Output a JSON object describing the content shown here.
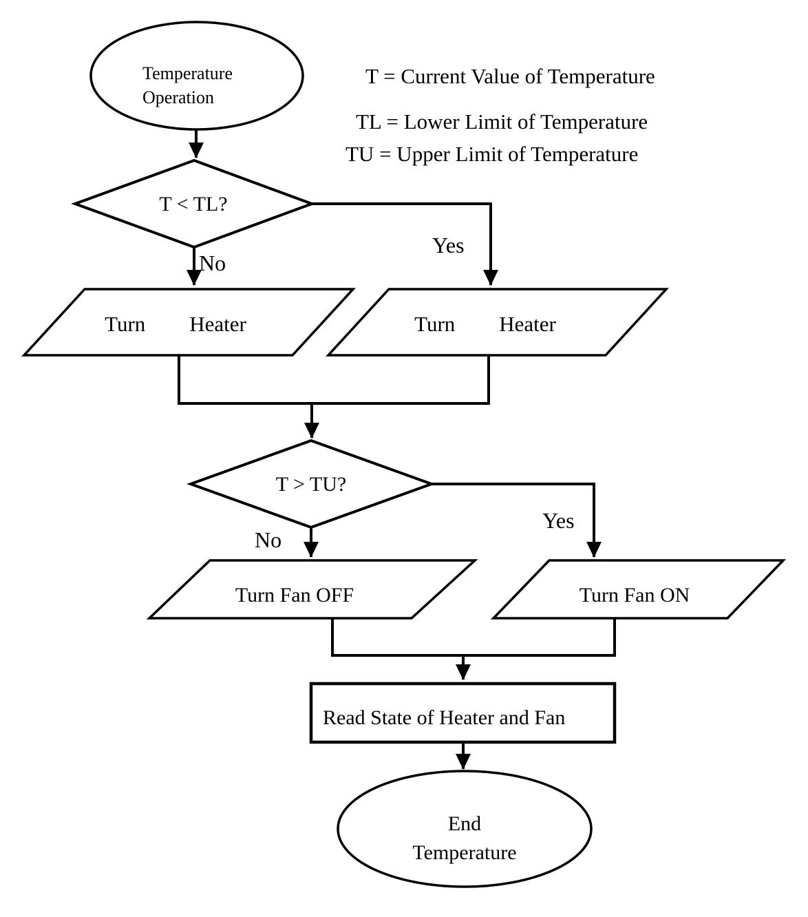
{
  "diagram": {
    "title_hint": "Temperature operation flowchart",
    "colors": {
      "stroke": "#000000",
      "background": "#ffffff",
      "text": "#000000"
    },
    "legend": {
      "line1": "T = Current Value of Temperature",
      "line2": "TL = Lower Limit of Temperature",
      "line3": "TU = Upper Limit of Temperature"
    },
    "nodes": {
      "start": {
        "line1": "Temperature",
        "line2": "Operation"
      },
      "decision1": {
        "label": "T < TL?"
      },
      "heater_left": {
        "word1": "Turn",
        "word2": "Heater"
      },
      "heater_right": {
        "word1": "Turn",
        "word2": "Heater"
      },
      "decision2": {
        "label": "T > TU?"
      },
      "fan_off": {
        "label": "Turn Fan OFF"
      },
      "fan_on": {
        "label": "Turn Fan ON"
      },
      "read_state": {
        "label": "Read State of Heater and Fan"
      },
      "end": {
        "line1": "End",
        "line2": "Temperature"
      }
    },
    "edges": {
      "decision1_no": "No",
      "decision1_yes": "Yes",
      "decision2_no": "No",
      "decision2_yes": "Yes"
    }
  }
}
